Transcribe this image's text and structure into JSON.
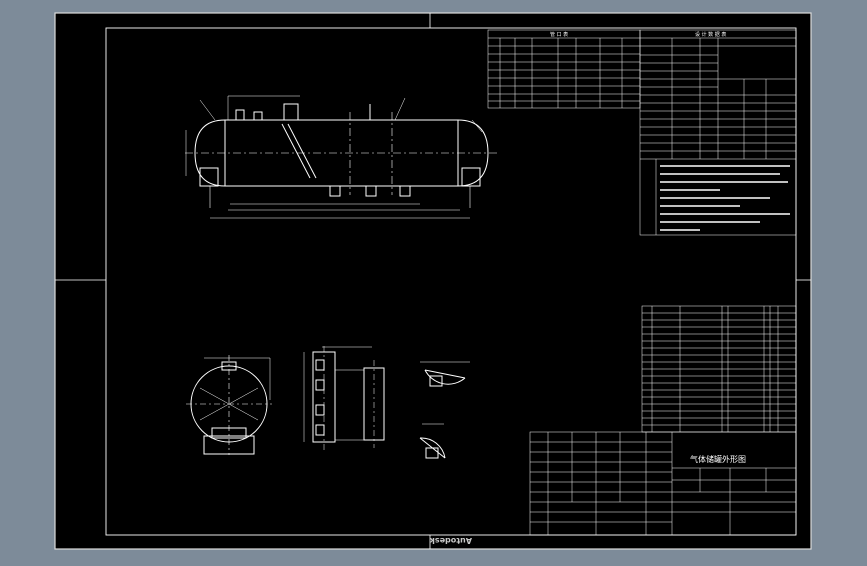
{
  "drawing": {
    "title_block_name": "气体储罐外形图",
    "watermark": "Autodesk",
    "nozzle_table_title": "管 口 表",
    "tech_data_title": "设 计 数 据 表"
  },
  "colors": {
    "viewport_bg": "#7d8b99",
    "sheet_bg": "#000000",
    "line": "#ffffff",
    "dim": "#cfcfcf"
  }
}
